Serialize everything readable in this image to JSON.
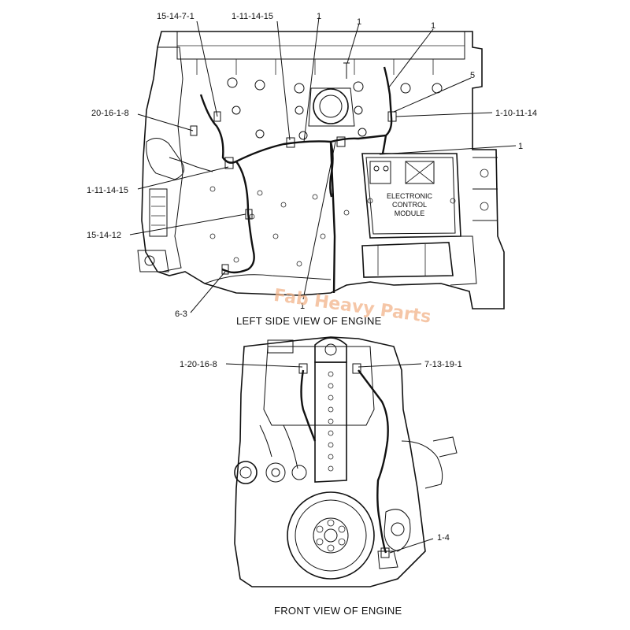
{
  "views": {
    "left_caption": "LEFT SIDE VIEW OF ENGINE",
    "front_caption": "FRONT VIEW OF ENGINE"
  },
  "ecm_label": [
    "ELECTRONIC",
    "CONTROL",
    "MODULE"
  ],
  "watermark": "Fab Heavy Parts",
  "callouts": {
    "c_15_14_7_1": "15-14-7-1",
    "c_1_11_14_15_top": "1-11-14-15",
    "c_1_top_a": "1",
    "c_1_top_b": "1",
    "c_1_top_right": "1",
    "c_5": "5",
    "c_20_16_1_8": "20-16-1-8",
    "c_1_10_11_14": "1-10-11-14",
    "c_1_right": "1",
    "c_1_11_14_15_left": "1-11-14-15",
    "c_15_14_12": "15-14-12",
    "c_6_3": "6-3",
    "c_1_bottom": "1",
    "c_1_20_16_8": "1-20-16-8",
    "c_7_13_19_1": "7-13-19-1",
    "c_1_4": "1-4"
  },
  "colors": {
    "line": "#111111",
    "background": "#ffffff",
    "watermark": "#f2b48a"
  }
}
